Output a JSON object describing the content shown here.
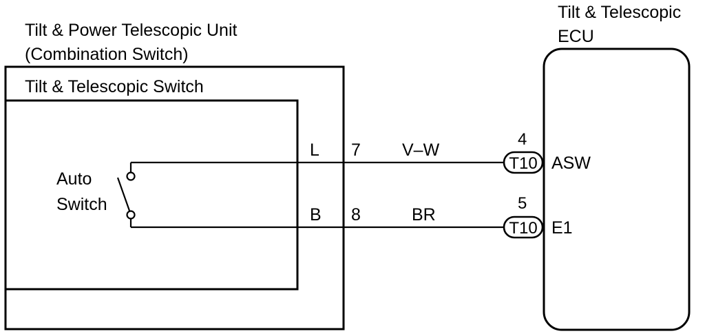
{
  "unit": {
    "title_line1": "Tilt & Power Telescopic Unit",
    "title_line2": "(Combination Switch)"
  },
  "switch_box": {
    "title": "Tilt & Telescopic Switch"
  },
  "auto_switch": {
    "label_line1": "Auto",
    "label_line2": "Switch"
  },
  "ecu": {
    "title_line1": "Tilt & Telescopic",
    "title_line2": "ECU"
  },
  "wires": [
    {
      "switch_terminal": "L",
      "unit_pin": "7",
      "color_code": "V–W",
      "ecu_pin": "4",
      "connector": "T10",
      "ecu_terminal": "ASW"
    },
    {
      "switch_terminal": "B",
      "unit_pin": "8",
      "color_code": "BR",
      "ecu_pin": "5",
      "connector": "T10",
      "ecu_terminal": "E1"
    }
  ]
}
